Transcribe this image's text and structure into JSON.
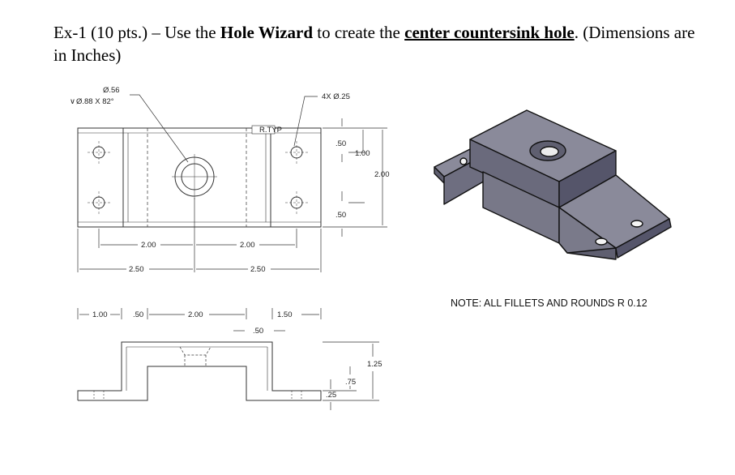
{
  "heading": {
    "exercise": "Ex-1 (10 pts.) – Use the ",
    "tool": "Hole Wizard",
    "middle": " to create the ",
    "target": "center countersink hole",
    "tail": ". (Dimensions are in Inches)"
  },
  "top_view": {
    "hole_callout_1": "Ø.56",
    "hole_callout_2": "Ø.88 X 82°",
    "callout_small_holes": "4X Ø.25",
    "round_tag": "R.TYP"
  },
  "dimensions": {
    "top_right_50a": ".50",
    "top_right_100": "1.00",
    "top_right_200": "2.00",
    "top_right_50b": ".50",
    "horiz_200_left": "2.00",
    "horiz_200_right": "2.00",
    "horiz_250_left": "2.50",
    "horiz_250_right": "2.50",
    "front_100": "1.00",
    "front_50a": ".50",
    "front_200": "2.00",
    "front_150": "1.50",
    "front_50b": ".50",
    "front_125": "1.25",
    "front_75": ".75",
    "front_25": ".25"
  },
  "note": "NOTE: ALL FILLETS AND ROUNDS R 0.12",
  "colors": {
    "part_top": "#8a8a9a",
    "part_side": "#5f5f70",
    "line": "#333333"
  }
}
